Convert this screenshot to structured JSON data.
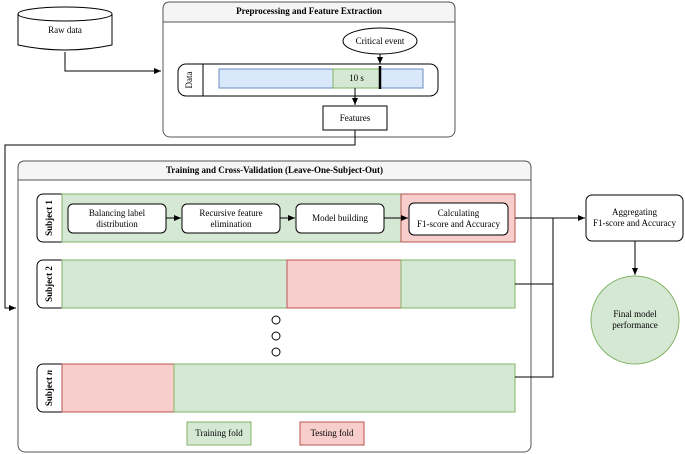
{
  "raw_data": "Raw data",
  "preprocessing": {
    "title": "Preprocessing and Feature Extraction",
    "data_label": "Data",
    "critical_event": "Critical event",
    "window": "10 s",
    "features": "Features"
  },
  "training": {
    "title": "Training and Cross-Validation (Leave-One-Subject-Out)",
    "subject_1": "Subject 1",
    "subject_2": "Subject 2",
    "subject_n_prefix": "Subject ",
    "subject_n_var": "n",
    "steps": {
      "balancing": "Balancing label\ndistribution",
      "rfe": "Recursive feature\nelimination",
      "model": "Model building",
      "calculating": "Calculating\nF1-score and Accuracy"
    },
    "legend": {
      "training": "Training fold",
      "testing": "Testing fold"
    }
  },
  "aggregating": "Aggregating\nF1-score and Accuracy",
  "final": "Final model\nperformance",
  "colors": {
    "training_fill": "#d5e8d4",
    "training_stroke": "#82b366",
    "testing_fill": "#f8cecc",
    "testing_stroke": "#b85450",
    "data_fill": "#dae8fc",
    "data_stroke": "#6c8ebf",
    "panel_header": "#f5f5f5"
  }
}
